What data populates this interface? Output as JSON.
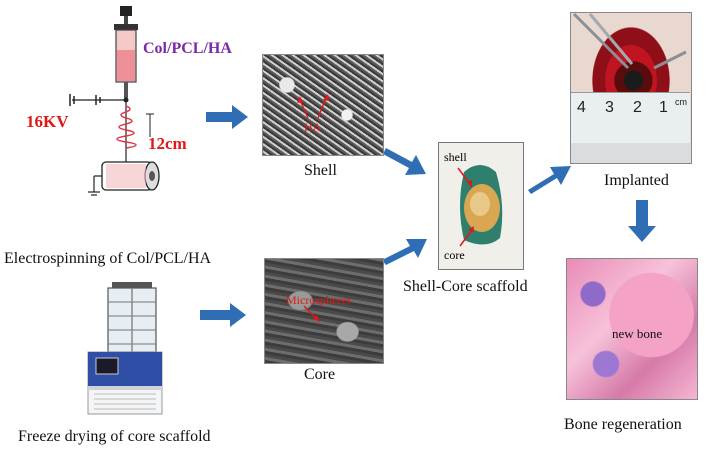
{
  "electrospinning": {
    "material_label": "Col/PCL/HA",
    "voltage_label": "16KV",
    "distance_label": "12cm",
    "caption": "Electrospinning of Col/PCL/HA"
  },
  "freeze_drying": {
    "caption": "Freeze drying of core scaffold"
  },
  "shell": {
    "caption": "Shell",
    "annotation": "HA"
  },
  "core": {
    "caption": "Core",
    "annotation": "Microspheres"
  },
  "scaffold": {
    "caption": "Shell-Core scaffold",
    "shell_label": "shell",
    "core_label": "core"
  },
  "implanted": {
    "caption": "Implanted",
    "ruler_numbers": [
      "4",
      "3",
      "2",
      "1"
    ],
    "ruler_unit": "cm"
  },
  "bone": {
    "caption": "Bone regeneration",
    "annotation": "new bone"
  },
  "colors": {
    "arrow": "#2f6db5",
    "red_label": "#e01818",
    "purple_label": "#7a2aa8"
  }
}
